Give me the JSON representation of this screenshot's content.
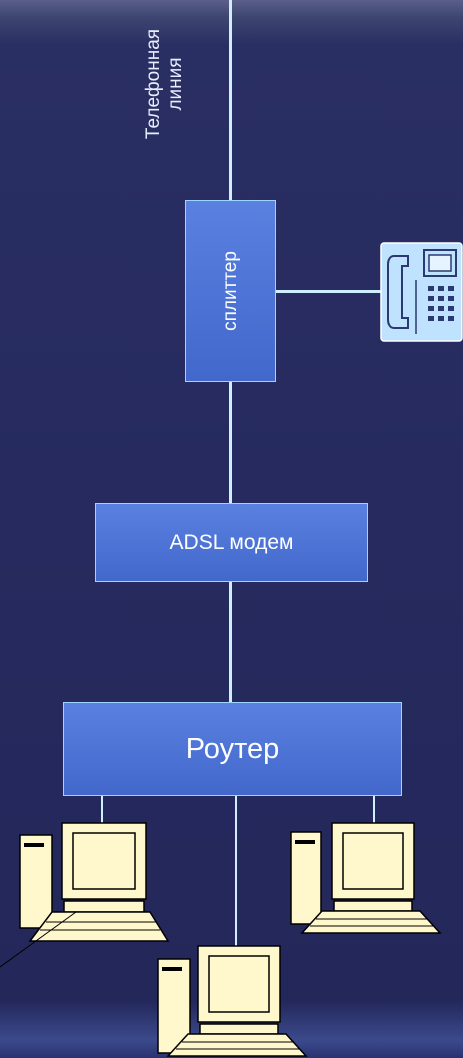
{
  "diagram": {
    "phone_line_label": [
      "Телефонная",
      "линия"
    ],
    "splitter_label": "сплиттер",
    "modem_label": "ADSL модем",
    "router_label": "Роутер"
  },
  "icons": [
    "telephone-icon",
    "computer-icon"
  ],
  "colors": {
    "background": "#262a5e",
    "box_fill": "#4a70d6",
    "box_border": "#9fd4ff",
    "wire": "#cfeeff",
    "computer_fill": "#fff8cc"
  }
}
